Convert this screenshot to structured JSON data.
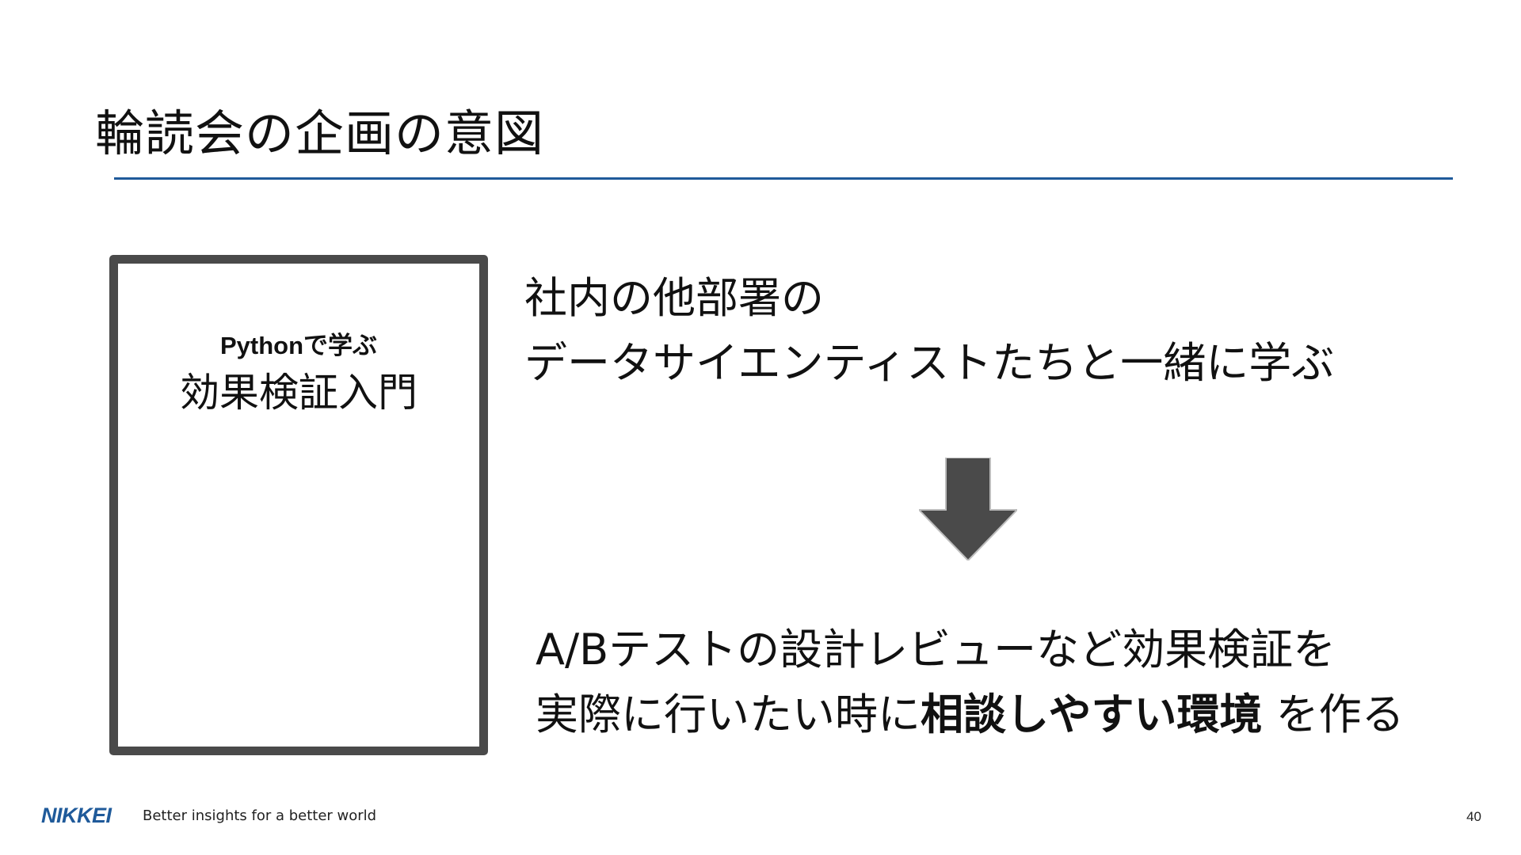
{
  "slide": {
    "title": "輪読会の企画の意図",
    "page_number": "40"
  },
  "book": {
    "subtitle": "Pythonで学ぶ",
    "title": "効果検証入門"
  },
  "statement_top": {
    "line1": "社内の他部署の",
    "line2": "データサイエンティストたちと一緒に学ぶ"
  },
  "statement_bottom": {
    "line1": "A/Bテストの設計レビューなど効果検証を",
    "line2_prefix": "実際に行いたい時に",
    "line2_emphasis": "相談しやすい環境",
    "line2_suffix": " を作る"
  },
  "footer": {
    "logo": "NIKKEI",
    "tagline": "Better insights for a better world"
  },
  "colors": {
    "accent": "#1f5a9a",
    "frame": "#4a4a4a",
    "arrow": "#4a4a4a"
  },
  "icons": {
    "arrow": "down-arrow-icon"
  }
}
